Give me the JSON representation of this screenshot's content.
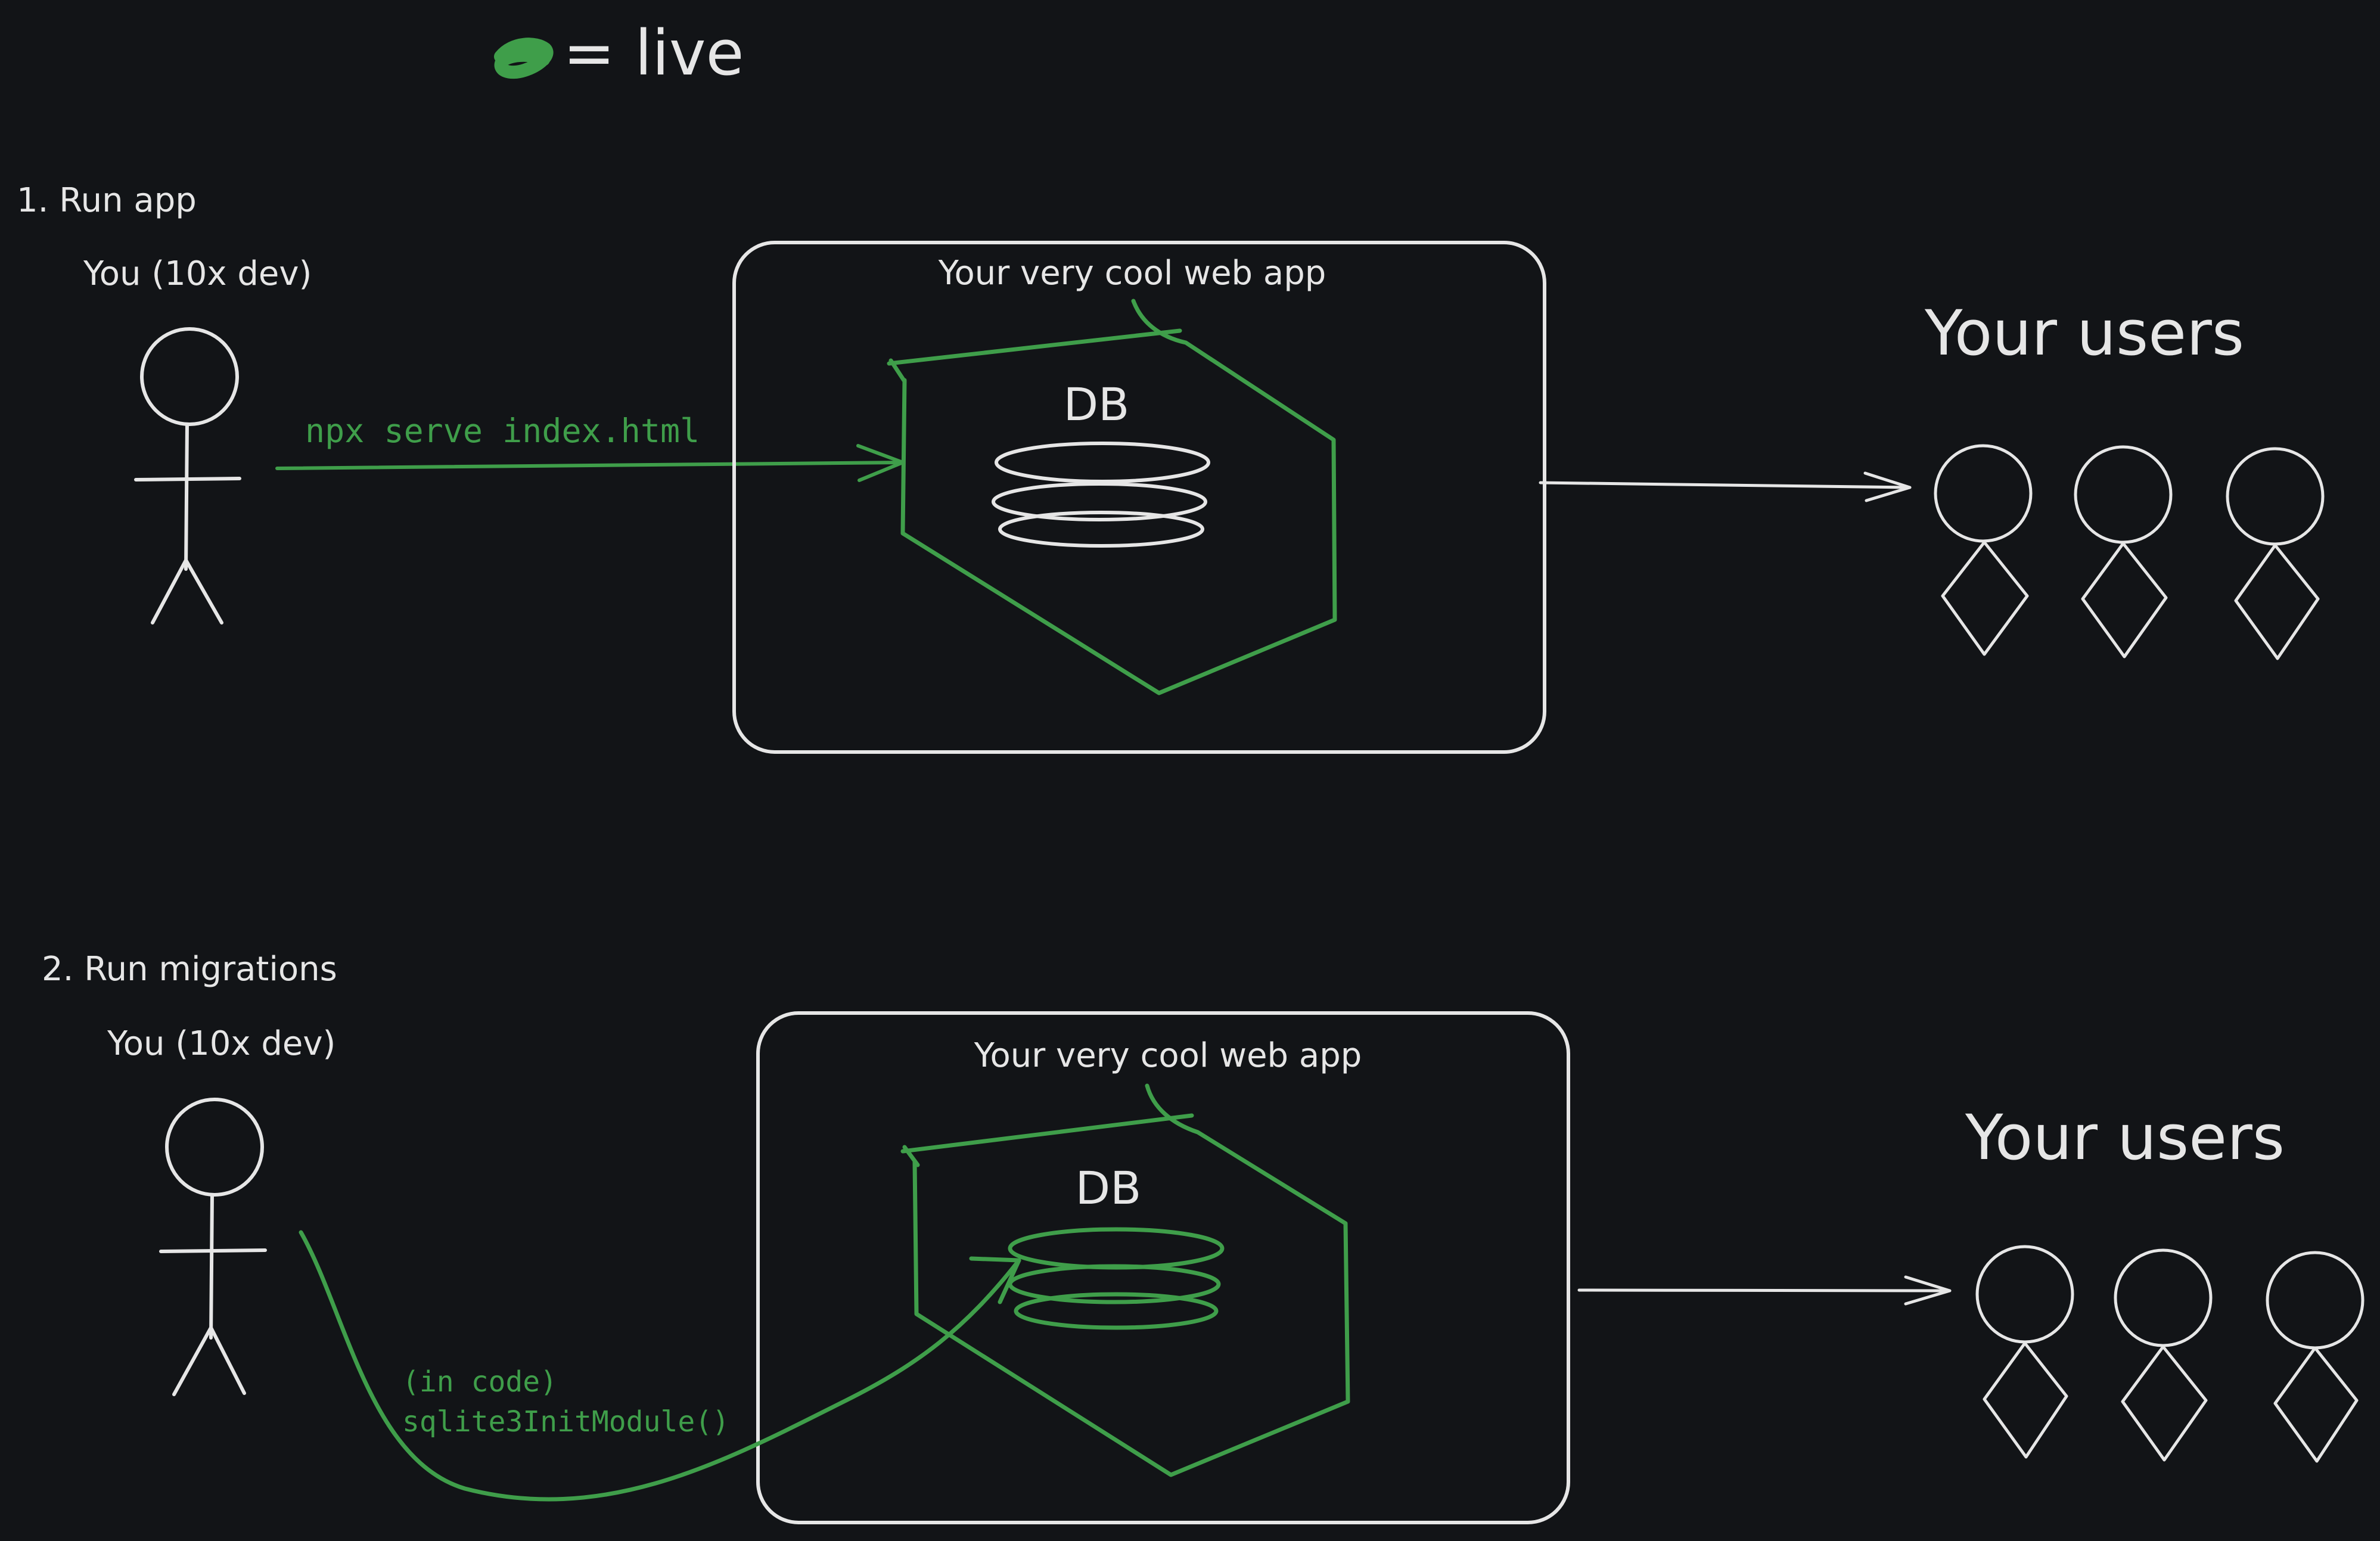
{
  "colors": {
    "background": "#121417",
    "ink": "#e6e6e6",
    "live": "#3f9e4a",
    "live_bright": "#4cb55a"
  },
  "legend": {
    "label": "= live"
  },
  "step1": {
    "heading": "1. Run app",
    "actor_label": "You (10x dev)",
    "command": "npx serve index.html",
    "app_title": "Your very cool web app",
    "db_label": "DB",
    "users_label": "Your users"
  },
  "step2": {
    "heading": "2. Run migrations",
    "actor_label": "You (10x dev)",
    "code_line1": "(in code)",
    "code_line2": "sqlite3InitModule()",
    "app_title": "Your very cool web app",
    "db_label": "DB",
    "users_label": "Your users"
  },
  "icons": {
    "actor": "stick-figure-icon",
    "user": "user-figure-icon",
    "database": "database-cylinder-icon",
    "live_marker": "green-scribble-icon"
  }
}
